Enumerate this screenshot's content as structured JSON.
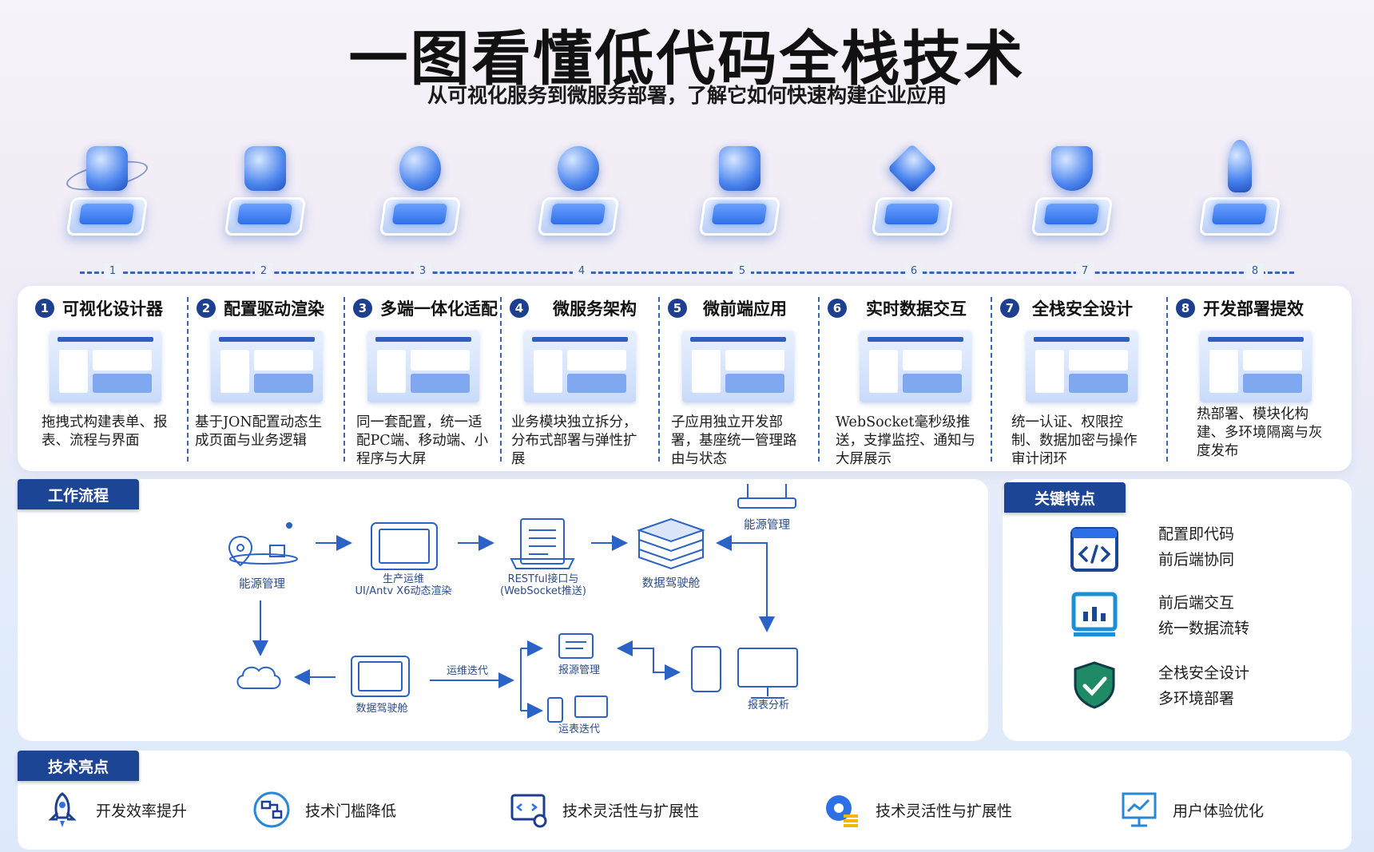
{
  "title": "一图看懂低代码全栈技术",
  "subtitle": "从可视化服务到微服务部署，了解它如何快速构建企业应用",
  "timeline_numbers": [
    "1",
    "2",
    "3",
    "4",
    "5",
    "6",
    "7",
    "8"
  ],
  "features": [
    {
      "num": "1",
      "title": "可视化设计器",
      "desc": "拖拽式构建表单、报表、流程与界面",
      "icon": "monitor-icon"
    },
    {
      "num": "2",
      "title": "配置驱动渲染",
      "desc": "基于JON配置动态生成页面与业务逻辑",
      "icon": "cubes-icon"
    },
    {
      "num": "3",
      "title": "多端一体化适配",
      "desc": "同一套配置，统一适配PC端、移动端、小程序与大屏",
      "icon": "sphere-icon"
    },
    {
      "num": "4",
      "title": "微服务架构",
      "desc": "业务模块独立拆分，分布式部署与弹性扩展",
      "icon": "satellite-icon"
    },
    {
      "num": "5",
      "title": "微前端应用",
      "desc": "子应用独立开发部署，基座统一管理路由与状态",
      "icon": "server-icon"
    },
    {
      "num": "6",
      "title": "实时数据交互",
      "desc": "WebSocket毫秒级推送，支撑监控、通知与大屏展示",
      "icon": "crystal-icon"
    },
    {
      "num": "7",
      "title": "全栈安全设计",
      "desc": "统一认证、权限控制、数据加密与操作审计闭环",
      "icon": "shield-icon"
    },
    {
      "num": "8",
      "title": "开发部署提效",
      "desc": "热部署、模块化构建、多环境隔离与灰度发布",
      "icon": "rocket-icon"
    }
  ],
  "workflow": {
    "badge": "工作流程",
    "labels": {
      "energy_top": "能源管理",
      "prod_line1": "生产运维",
      "prod_line2": "UI/Antv X6动态渲染",
      "rest_line1": "RESTful接口与",
      "rest_line2": "(WebSocket推送)",
      "cockpit_top": "数据驾驶舱",
      "energy_right": "能源管理",
      "cockpit_bottom": "数据驾驶舱",
      "ops_iter_arrow": "运维迭代",
      "report_mgmt": "报源管理",
      "ops_iter_bottom": "运表迭代",
      "report_analysis": "报表分析"
    }
  },
  "key_features": {
    "badge": "关键特点",
    "items": [
      {
        "line1": "配置即代码",
        "line2": "前后端协同",
        "icon": "code-window-icon"
      },
      {
        "line1": "前后端交互",
        "line2": "统一数据流转",
        "icon": "chart-monitor-icon"
      },
      {
        "line1": "全栈安全设计",
        "line2": "多环境部署",
        "icon": "shield-check-icon"
      }
    ]
  },
  "tech_highlights": {
    "badge": "技术亮点",
    "items": [
      {
        "label": "开发效率提升",
        "icon": "rocket-icon"
      },
      {
        "label": "技术门槛降低",
        "icon": "flow-nodes-icon"
      },
      {
        "label": "技术灵活性与扩展性",
        "icon": "code-gear-icon"
      },
      {
        "label": "技术灵活性与扩展性",
        "icon": "gear-list-icon"
      },
      {
        "label": "用户体验优化",
        "icon": "presentation-chart-icon"
      }
    ]
  },
  "colors": {
    "primary": "#1d4595",
    "accent": "#2f6fe6",
    "shield": "#1f8a66"
  }
}
